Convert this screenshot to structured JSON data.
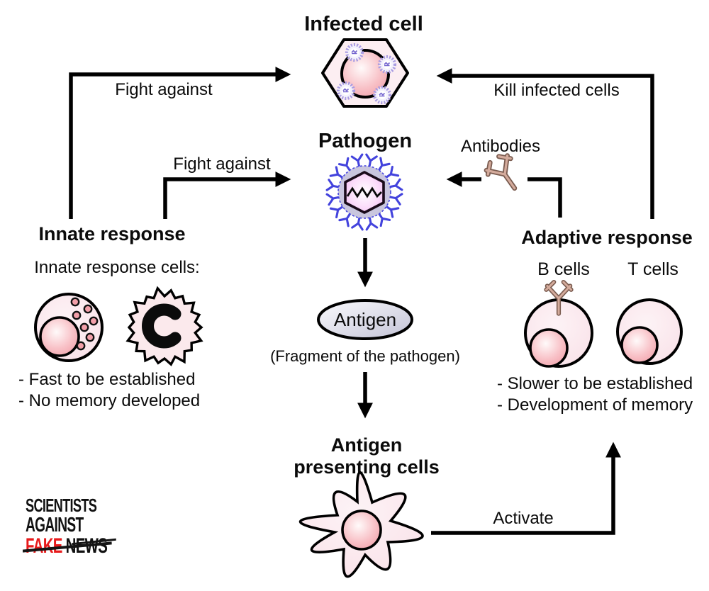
{
  "nodes": {
    "infected_cell": {
      "label": "Infected cell"
    },
    "pathogen": {
      "label": "Pathogen"
    },
    "antibodies": {
      "label": "Antibodies"
    },
    "antigen": {
      "label": "Antigen",
      "caption": "(Fragment of the pathogen)"
    },
    "apc": {
      "label_line1": "Antigen",
      "label_line2": "presenting cells"
    },
    "innate": {
      "heading": "Innate response",
      "subheading": "Innate response cells:",
      "point1": "- Fast to be established",
      "point2": "- No memory developed"
    },
    "adaptive": {
      "heading": "Adaptive response",
      "b_cells_label": "B cells",
      "t_cells_label": "T cells",
      "point1": "- Slower to be established",
      "point2": "- Development of memory"
    }
  },
  "edges": {
    "innate_to_infected_label": "Fight against",
    "innate_to_pathogen_label": "Fight against",
    "adaptive_to_infected_label": "Kill infected cells",
    "apc_to_adaptive_label": "Activate"
  },
  "logo": {
    "line1": "SCIENTISTS",
    "line2": "AGAINST",
    "fake": "FAKE",
    "news": "NEWS"
  },
  "colors": {
    "background": "#ffffff",
    "line": "#000000",
    "cell_fill_light": "#fceef2",
    "cell_fill": "#fbe6eb",
    "nucleus_pink": "#f09aa4",
    "granule_pink": "#f29fa9",
    "virus_spike_blue": "#4343dd",
    "virus_body_lavender": "#c9c6de",
    "virus_core_pink": "#eeaff0",
    "virus_particle_ring": "#a99ce2",
    "antigen_gray": "#c3c3d6",
    "antibody_tan": "#d4ab9c",
    "antibody_outline": "#7a5c50",
    "logo_red": "#e71a1b"
  }
}
